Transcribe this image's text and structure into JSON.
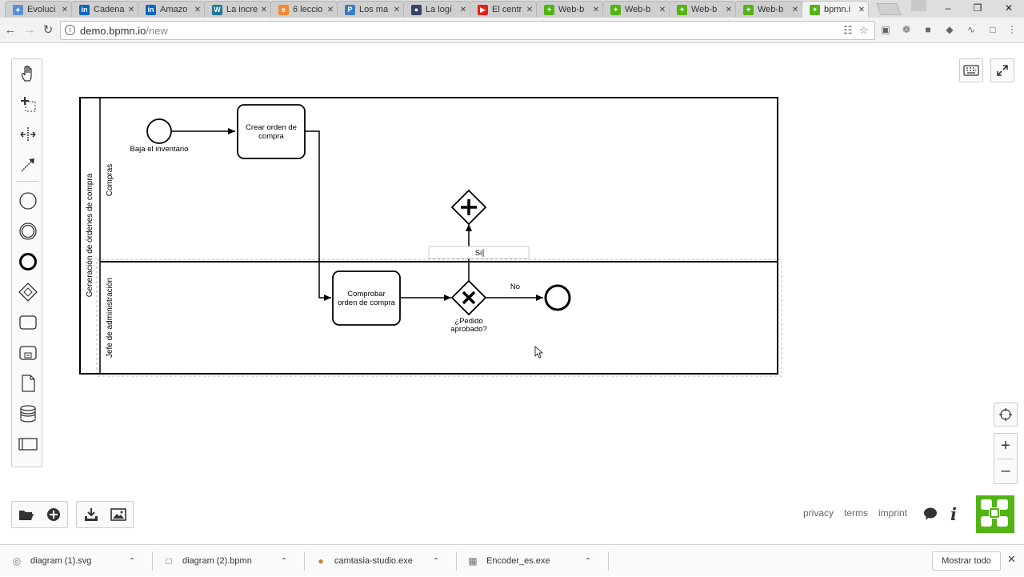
{
  "browser": {
    "tabs": [
      {
        "title": "Evoluci",
        "favicon": "globe-icon",
        "color": "#5a8fd8"
      },
      {
        "title": "Cadena",
        "favicon": "linkedin-icon",
        "color": "#0a66c2"
      },
      {
        "title": "Amazo",
        "favicon": "linkedin-icon",
        "color": "#0a66c2"
      },
      {
        "title": "La incre",
        "favicon": "wordpress-icon",
        "color": "#21759b"
      },
      {
        "title": "6 leccio",
        "favicon": "e-icon",
        "color": "#f28a32"
      },
      {
        "title": "Los ma",
        "favicon": "p-icon",
        "color": "#3a7cc4"
      },
      {
        "title": "La logí",
        "favicon": "globe-icon",
        "color": "#334466"
      },
      {
        "title": "El centr",
        "favicon": "youtube-icon",
        "color": "#e62117"
      },
      {
        "title": "Web-b",
        "favicon": "bpmn-icon",
        "color": "#52b415"
      },
      {
        "title": "Web-b",
        "favicon": "bpmn-icon",
        "color": "#52b415"
      },
      {
        "title": "Web-b",
        "favicon": "bpmn-icon",
        "color": "#52b415"
      },
      {
        "title": "Web-b",
        "favicon": "bpmn-icon",
        "color": "#52b415"
      },
      {
        "title": "bpmn.i",
        "favicon": "bpmn-icon",
        "color": "#52b415",
        "active": true
      }
    ],
    "url_host": "demo.bpmn.io",
    "url_path": "/new"
  },
  "diagram": {
    "pool_label": "Generación de órdenes de compra",
    "lanes": [
      {
        "label": "Compras"
      },
      {
        "label": "Jefe de administración"
      }
    ],
    "start_event_label": "Baja el inventario",
    "task_crear": "Crear orden de compra",
    "task_crear_lines": [
      "Crear orden de",
      "compra"
    ],
    "task_comprobar": "Comprobar orden de compra",
    "task_comprobar_lines": [
      "Comprobar",
      "orden de compra"
    ],
    "gateway_label_lines": [
      "¿Pedido",
      "aprobado?"
    ],
    "flow_no_label": "No",
    "editing_label_value": "Si"
  },
  "footer": {
    "links": [
      "privacy",
      "terms",
      "imprint"
    ]
  },
  "downloads": {
    "items": [
      {
        "name": "diagram (1).svg",
        "icon": "svg-file-icon"
      },
      {
        "name": "diagram (2).bpmn",
        "icon": "file-icon"
      },
      {
        "name": "camtasia-studio.exe",
        "icon": "installer-icon"
      },
      {
        "name": "Encoder_es.exe",
        "icon": "exe-icon"
      }
    ],
    "show_all": "Mostrar todo"
  }
}
